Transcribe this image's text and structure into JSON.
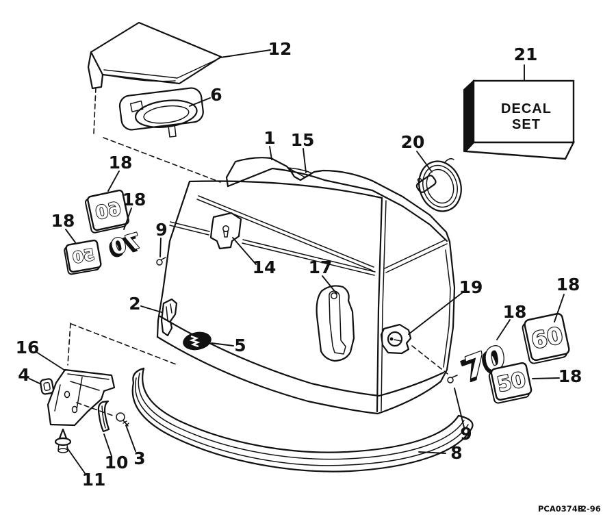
{
  "diagram": {
    "type": "exploded-parts-diagram",
    "colors": {
      "ink": "#111111",
      "paper": "#ffffff"
    },
    "decal_box": {
      "line1": "DECAL",
      "line2": "SET"
    },
    "footer": {
      "part_code": "PCA0374B",
      "date_code": "2-96"
    },
    "callouts": {
      "c1": "1",
      "c2": "2",
      "c3": "3",
      "c4": "4",
      "c5": "5",
      "c6": "6",
      "c8": "8",
      "c9_left": "9",
      "c9_right": "9",
      "c10": "10",
      "c11": "11",
      "c12": "12",
      "c14": "14",
      "c15": "15",
      "c16": "16",
      "c17": "17",
      "c18_left_top": "18",
      "c18_left_mid": "18",
      "c18_left_bottom": "18",
      "c18_right_70": "18",
      "c18_right_60": "18",
      "c18_right_50": "18",
      "c19": "19",
      "c20": "20",
      "c21": "21"
    },
    "decals": {
      "right_70": "70",
      "right_60": "60",
      "right_50": "50",
      "left_mirrored_60": "60",
      "left_mirrored_70": "70",
      "left_mirrored_50": "50"
    }
  }
}
